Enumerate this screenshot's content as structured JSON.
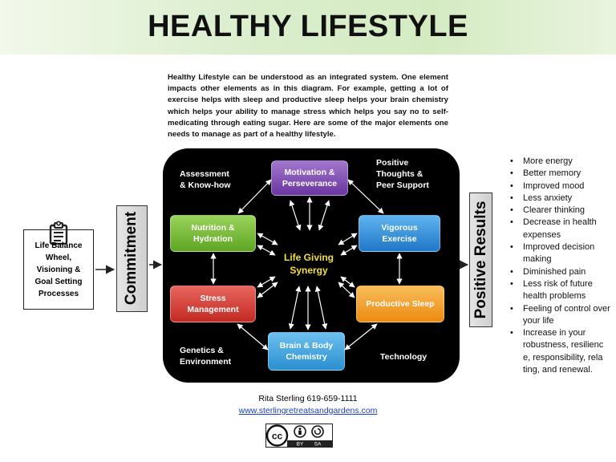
{
  "title": "HEALTHY LIFESTYLE",
  "intro": "Healthy Lifestyle can be understood as an integrated system.  One element impacts other elements as in this diagram. For example, getting a lot of exercise helps with sleep and productive sleep helps your brain chemistry which helps your ability to manage stress which helps you say no to self-medicating through eating sugar.  Here are some of the major elements one needs to manage as part of a healthy lifestyle.",
  "left_box": {
    "line1": "Life Balance",
    "line2": "Wheel,",
    "line3": "Visioning &",
    "line4": "Goal Setting",
    "line5": "Processes"
  },
  "commitment_label": "Commitment",
  "positive_results_label": "Positive Results",
  "corners": {
    "top_left_1": "Assessment",
    "top_left_2": "& Know-how",
    "top_right_1": "Positive",
    "top_right_2": "Thoughts  &",
    "top_right_3": "Peer Support",
    "bottom_left_1": "Genetics &",
    "bottom_left_2": "Environment",
    "bottom_right": "Technology"
  },
  "nodes": {
    "motivation_1": "Motivation &",
    "motivation_2": "Perseverance",
    "nutrition_1": "Nutrition &",
    "nutrition_2": "Hydration",
    "exercise_1": "Vigorous",
    "exercise_2": "Exercise",
    "stress_1": "Stress",
    "stress_2": "Management",
    "sleep": "Productive Sleep",
    "brain_1": "Brain & Body",
    "brain_2": "Chemistry"
  },
  "center": {
    "line1": "Life Giving",
    "line2": "Synergy"
  },
  "results": [
    "More energy",
    "Better memory",
    "Improved mood",
    "Less anxiety",
    "Clearer thinking",
    "Decrease in health expenses",
    "Improved decision making",
    "Diminished pain",
    "Less risk of future health problems",
    "Feeling of control over your life",
    "Increase in your robustness, resilienc e, responsibility, rela ting, and  renewal."
  ],
  "footer": {
    "contact": "Rita Sterling 619-659-1111",
    "url": "www.sterlingretreatsandgardens.com"
  },
  "license": {
    "cc": "cc",
    "by": "BY",
    "sa": "SA"
  },
  "colors": {
    "motivation": "#7a45a8",
    "nutrition": "#6fb52c",
    "exercise": "#2f8fd8",
    "stress": "#d63b33",
    "sleep": "#f29d1f",
    "brain": "#3aa3dd",
    "center_text": "#f3e03a",
    "banner": "#d4ebc2"
  }
}
